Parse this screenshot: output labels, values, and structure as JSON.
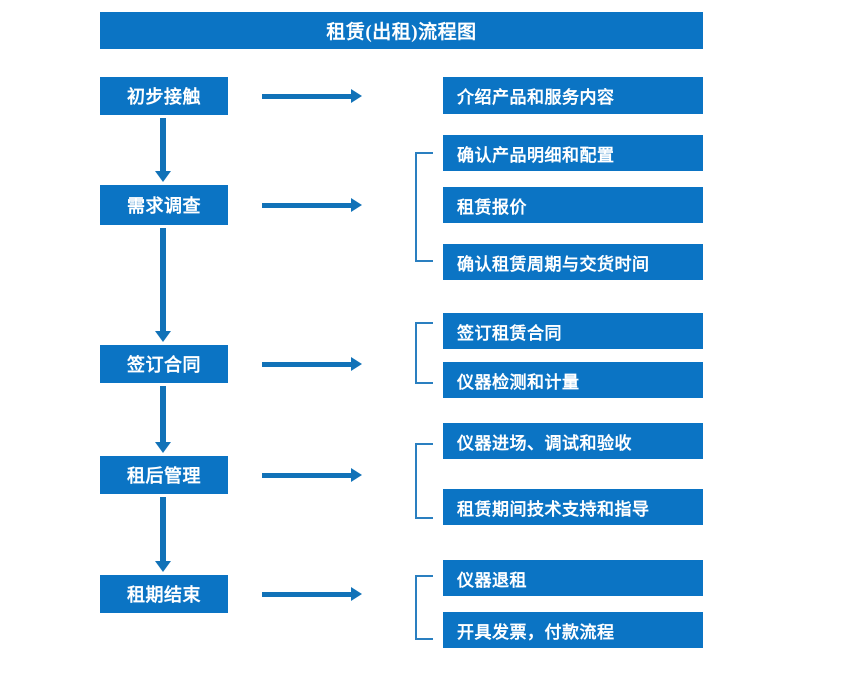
{
  "diagram": {
    "title": "租赁(出租)流程图",
    "accent_color": "#0b74c4",
    "arrow_color": "#1172b8",
    "bracket_color": "#2a7fc0",
    "background_color": "#ffffff"
  },
  "stages": [
    {
      "label": "初步接触"
    },
    {
      "label": "需求调查"
    },
    {
      "label": "签订合同"
    },
    {
      "label": "租后管理"
    },
    {
      "label": "租期结束"
    }
  ],
  "detail_groups": [
    {
      "stage": "初步接触",
      "has_bracket": false,
      "items": [
        {
          "label": "介绍产品和服务内容"
        }
      ]
    },
    {
      "stage": "需求调查",
      "has_bracket": true,
      "items": [
        {
          "label": "确认产品明细和配置"
        },
        {
          "label": "租赁报价"
        },
        {
          "label": "确认租赁周期与交货时间"
        }
      ]
    },
    {
      "stage": "签订合同",
      "has_bracket": true,
      "items": [
        {
          "label": "签订租赁合同"
        },
        {
          "label": "仪器检测和计量"
        }
      ]
    },
    {
      "stage": "租后管理",
      "has_bracket": true,
      "items": [
        {
          "label": "仪器进场、调试和验收"
        },
        {
          "label": "租赁期间技术支持和指导"
        }
      ]
    },
    {
      "stage": "租期结束",
      "has_bracket": true,
      "items": [
        {
          "label": "仪器退租"
        },
        {
          "label": "开具发票，付款流程"
        }
      ]
    }
  ],
  "connectors": {
    "horizontal_arrow_icon": "arrow-right-icon",
    "vertical_arrow_icon": "arrow-down-icon",
    "bracket_icon": "square-bracket-icon"
  }
}
